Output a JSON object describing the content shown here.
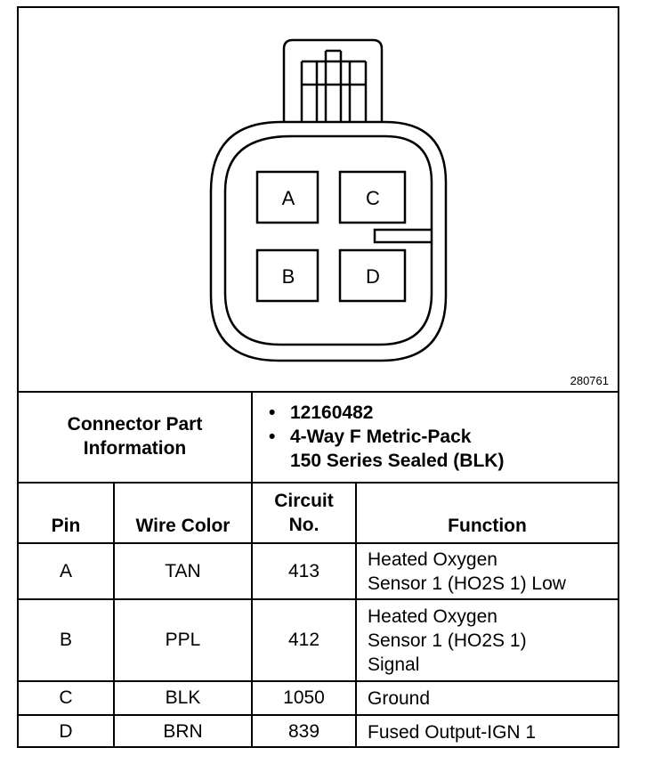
{
  "figure_id": "280761",
  "connector": {
    "pins": [
      "A",
      "C",
      "B",
      "D"
    ]
  },
  "info": {
    "label_line1": "Connector Part",
    "label_line2": "Information",
    "part_number": "12160482",
    "desc_line1": "4-Way F Metric-Pack",
    "desc_line2": "150 Series Sealed (BLK)"
  },
  "headers": {
    "pin": "Pin",
    "wire_color": "Wire Color",
    "circuit_line1": "Circuit",
    "circuit_line2": "No.",
    "function": "Function"
  },
  "rows": [
    {
      "pin": "A",
      "color": "TAN",
      "circuit": "413",
      "func1": "Heated Oxygen",
      "func2": "Sensor 1 (HO2S 1) Low",
      "func3": ""
    },
    {
      "pin": "B",
      "color": "PPL",
      "circuit": "412",
      "func1": "Heated Oxygen",
      "func2": "Sensor 1 (HO2S 1)",
      "func3": "Signal"
    },
    {
      "pin": "C",
      "color": "BLK",
      "circuit": "1050",
      "func1": "Ground",
      "func2": "",
      "func3": ""
    },
    {
      "pin": "D",
      "color": "BRN",
      "circuit": "839",
      "func1": "Fused Output-IGN 1",
      "func2": "",
      "func3": ""
    }
  ]
}
